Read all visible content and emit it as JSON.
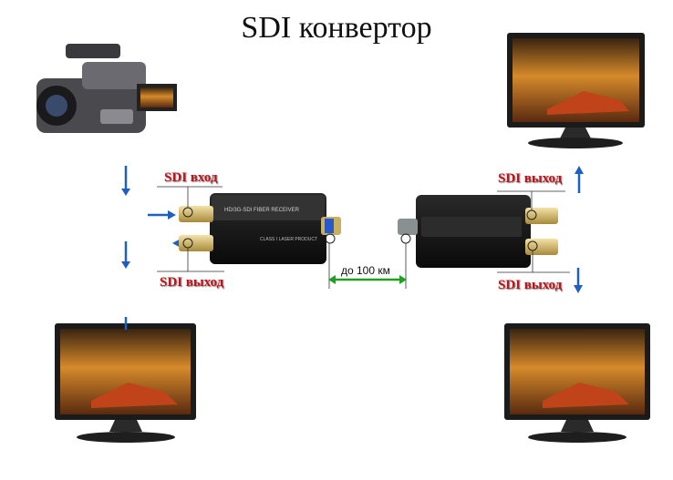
{
  "title": "SDI конвертор",
  "labels": {
    "left_input": "SDI вход",
    "left_output": "SDI выход",
    "right_output_top": "SDI выход",
    "right_output_bottom": "SDI выход",
    "distance": "до 100 км"
  },
  "devices": {
    "left_receiver_text": "HD/3G-SDI FIBER RECEIVER",
    "left_receiver_brand": "CLASS I LASER PRODUCT"
  },
  "colors": {
    "label": "#c0141a",
    "arrow": "#1f5fbf",
    "link": "#20a020"
  }
}
